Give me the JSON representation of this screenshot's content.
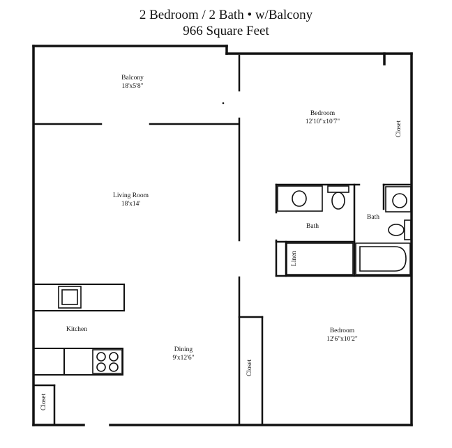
{
  "title": {
    "line1": "2 Bedroom / 2 Bath • w/Balcony",
    "line2": "966 Square Feet"
  },
  "rooms": {
    "balcony": {
      "name": "Balcony",
      "size": "18'x5'8\""
    },
    "living_room": {
      "name": "Living Room",
      "size": "18'x14'"
    },
    "bedroom_1": {
      "name": "Bedroom",
      "size": "12'10\"x10'7\""
    },
    "bedroom_2": {
      "name": "Bedroom",
      "size": "12'6\"x10'2\""
    },
    "bath_1": {
      "name": "Bath"
    },
    "bath_2": {
      "name": "Bath"
    },
    "kitchen": {
      "name": "Kitchen"
    },
    "dining": {
      "name": "Dining",
      "size": "9'x12'6\""
    },
    "linen": {
      "name": "Linen"
    },
    "closet_bedroom_1": {
      "name": "Closet"
    },
    "closet_bedroom_2": {
      "name": "Closet"
    },
    "closet_entry": {
      "name": "Closet"
    }
  },
  "colors": {
    "wall": "#111111",
    "background": "#ffffff"
  }
}
